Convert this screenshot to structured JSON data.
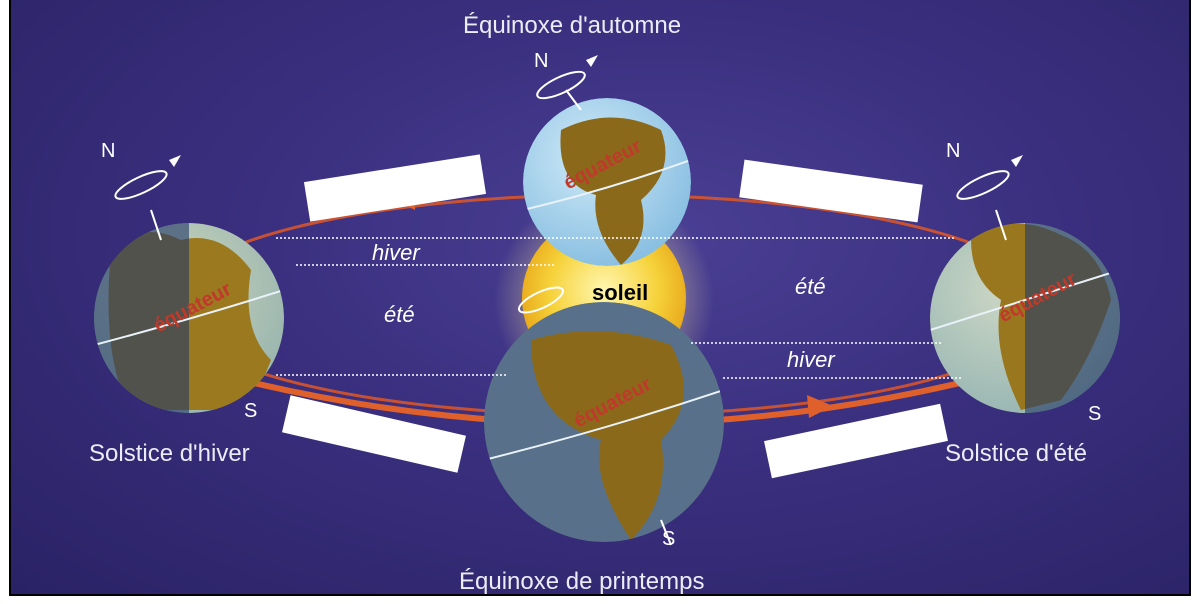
{
  "titles": {
    "autumn_equinox": "Équinoxe d'automne",
    "spring_equinox": "Équinoxe de printemps",
    "winter_solstice": "Solstice d'hiver",
    "summer_solstice": "Solstice d'été"
  },
  "poles": {
    "north": "N",
    "south": "S"
  },
  "labels": {
    "sun": "soleil",
    "equator": "équateur",
    "winter": "hiver",
    "summer": "été"
  },
  "colors": {
    "background": "#3a2f7e",
    "orbit": "#d8552a",
    "ocean": "#a9d6f0",
    "land": "#8a6a1a",
    "sun": "#f4c21a",
    "equator_text": "#c0392b"
  }
}
